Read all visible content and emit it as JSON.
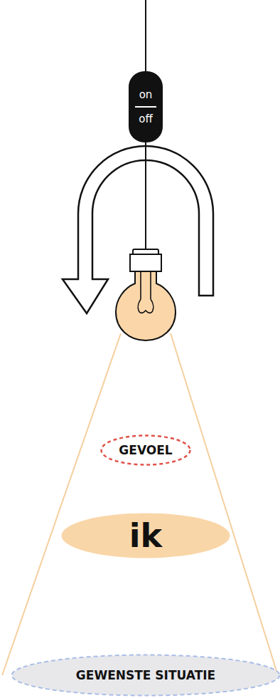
{
  "diagram": {
    "nodes": [
      {
        "text": [
          "on",
          "off"
        ]
      },
      {
        "text": [
          "GEVOEL"
        ]
      },
      {
        "text": [
          "ik"
        ]
      },
      {
        "text": [
          "GEWENSTE SITUATIE"
        ]
      }
    ]
  }
}
